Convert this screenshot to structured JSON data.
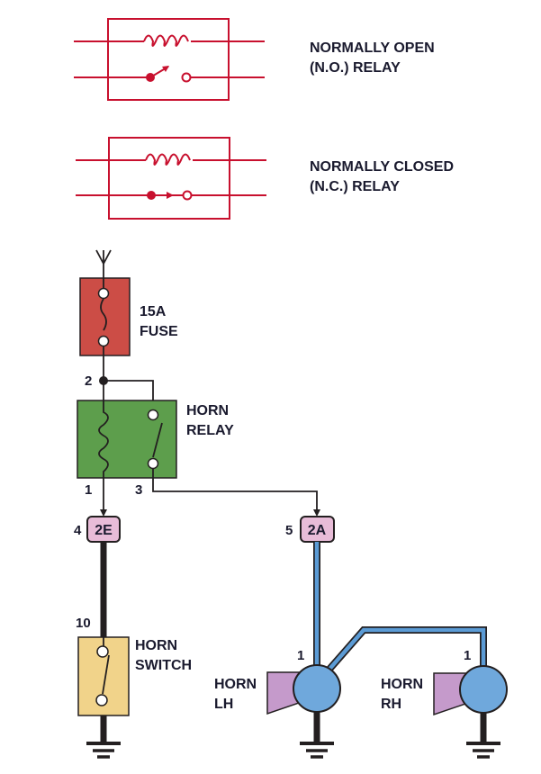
{
  "legend": {
    "normally_open": {
      "line1": "NORMALLY OPEN",
      "line2": "(N.O.) RELAY"
    },
    "normally_closed": {
      "line1": "NORMALLY CLOSED",
      "line2": "(N.C.) RELAY"
    }
  },
  "components": {
    "fuse": {
      "line1": "15A",
      "line2": "FUSE",
      "color": "#cc4d46"
    },
    "horn_relay": {
      "line1": "HORN",
      "line2": "RELAY",
      "color": "#5d9e4c",
      "pins": {
        "input": "2",
        "coil_out": "1",
        "switch_out": "3"
      }
    },
    "horn_switch": {
      "line1": "HORN",
      "line2": "SWITCH",
      "color": "#f1d38a",
      "pin": "10"
    },
    "horn_lh": {
      "line1": "HORN",
      "line2": "LH",
      "pin": "1"
    },
    "horn_rh": {
      "line1": "HORN",
      "line2": "RH",
      "pin": "1"
    }
  },
  "connectors": {
    "c2e": {
      "label": "2E",
      "pin": "4"
    },
    "c2a": {
      "label": "2A",
      "pin": "5"
    }
  },
  "colors": {
    "relay_symbol": "#c8102e",
    "connector_fill": "#e8bcd8",
    "horn_body": "#6fa8dc",
    "horn_bell": "#c59acb",
    "wire_blue": "#5b9bd5"
  }
}
